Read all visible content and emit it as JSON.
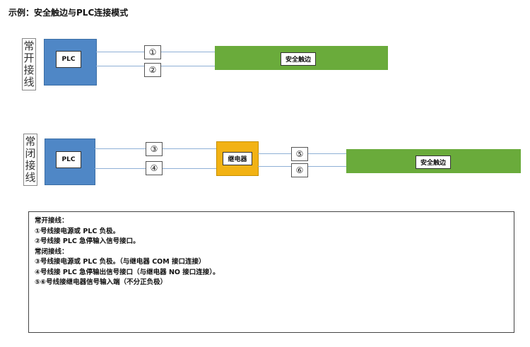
{
  "title": "示例：安全触边与PLC连接模式",
  "section_no": {
    "label": "常开接线",
    "plc": "PLC",
    "edge": "安全触边",
    "wires": [
      "①",
      "②"
    ]
  },
  "section_nc": {
    "label": "常闭接线",
    "plc": "PLC",
    "relay": "继电器",
    "edge": "安全触边",
    "wires_in": [
      "③",
      "④"
    ],
    "wires_out": [
      "⑤",
      "⑥"
    ]
  },
  "notes": [
    "常开接线：",
    "①号线接电源或 PLC 负极。",
    "②号线接 PLC 急停输入信号接口。",
    "常闭接线：",
    "③号线接电源或 PLC 负极。（与继电器 COM 接口连接）",
    "④号线接 PLC 急停输出信号接口（与继电器 NO 接口连接）。",
    "⑤⑥号线接继电器信号输入端（不分正负极）"
  ],
  "colors": {
    "plc": "#4f87c6",
    "edge": "#6aab3b",
    "relay": "#f2b214",
    "wire": "#8fb0d6"
  }
}
